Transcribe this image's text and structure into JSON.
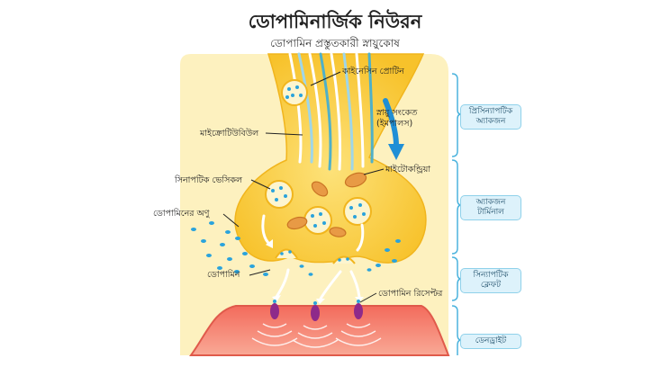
{
  "title": "ডোপামিনার্জিক নিউরন",
  "subtitle": "ডোপামিন প্রস্তুতকারী স্নায়ুকোষ",
  "labels": {
    "kinesin": "কাইনেসিন প্রোটিন",
    "signal_line1": "স্নায়ু সংকেত",
    "signal_line2": "(ইমপালস)",
    "microtubule": "মাইক্রোটিউবিউল",
    "mitochondria": "মাইটোকন্ড্রিয়া",
    "vesicle": "সিনাপটিক ভেসিকল",
    "molecule": "ডোপামিনের অণু",
    "dopamine": "ডোপামিন",
    "receptor": "ডোপামিন রিসেপ্টর"
  },
  "regions": [
    {
      "line1": "প্রিসিন্যাপটিক",
      "line2": "অ্যাকজন"
    },
    {
      "line1": "অ্যাকজন",
      "line2": "টার্মিনাল"
    },
    {
      "line1": "সিন্যাপটিক",
      "line2": "ক্লেফট"
    },
    {
      "line1": "ডেনড্রাইট",
      "line2": ""
    }
  ],
  "colors": {
    "background_panel": "#fdf1bf",
    "axon": "#fbd44a",
    "vesicle": "#fdf5cf",
    "dopamine_dot": "#2aa3dc",
    "mitochondria": "#e89a45",
    "dendrite": "#f47766",
    "receptor": "#8e2a8a",
    "bracket": "#4bb3dd"
  }
}
